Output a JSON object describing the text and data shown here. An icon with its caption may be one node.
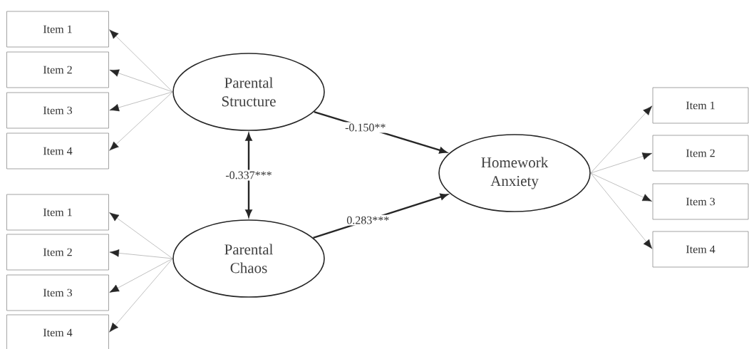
{
  "diagram": {
    "nodes": [
      {
        "text": [
          "Item 1"
        ]
      },
      {
        "text": [
          "Item 2"
        ]
      },
      {
        "text": [
          "Item 3"
        ]
      },
      {
        "text": [
          "Item 4"
        ]
      },
      {
        "text": [
          "Parental Structure"
        ]
      },
      {
        "text": [
          "Homework Anxiety"
        ]
      },
      {
        "text": [
          "Item 1"
        ]
      },
      {
        "text": [
          "Item 2"
        ]
      },
      {
        "text": [
          "Item 3"
        ]
      },
      {
        "text": [
          "Item 4"
        ]
      },
      {
        "text": [
          "Item 1"
        ]
      },
      {
        "text": [
          "Item 2"
        ]
      },
      {
        "text": [
          "Item 3"
        ]
      },
      {
        "text": [
          "Item 4"
        ]
      },
      {
        "text": [
          "Parental Chaos"
        ]
      }
    ],
    "edges": [
      {
        "from": 4,
        "to": 0,
        "arrow": "to"
      },
      {
        "from": 4,
        "to": 1,
        "arrow": "to"
      },
      {
        "from": 4,
        "to": 2,
        "arrow": "to"
      },
      {
        "from": 4,
        "to": 3,
        "arrow": "to"
      },
      {
        "from": 14,
        "to": 10,
        "arrow": "to"
      },
      {
        "from": 14,
        "to": 11,
        "arrow": "to"
      },
      {
        "from": 14,
        "to": 12,
        "arrow": "to"
      },
      {
        "from": 14,
        "to": 13,
        "arrow": "to"
      },
      {
        "from": 5,
        "to": 6,
        "arrow": "to"
      },
      {
        "from": 5,
        "to": 7,
        "arrow": "to"
      },
      {
        "from": 5,
        "to": 8,
        "arrow": "to"
      },
      {
        "from": 5,
        "to": 9,
        "arrow": "to"
      },
      {
        "from": 4,
        "to": 14,
        "arrow": "both",
        "label": "-0.337***",
        "style": "thick"
      },
      {
        "from": 4,
        "to": 5,
        "arrow": "to",
        "label": "-0.150**",
        "style": "thick"
      },
      {
        "from": 14,
        "to": 5,
        "arrow": "to",
        "label": "0.283***",
        "style": "thick"
      }
    ]
  }
}
